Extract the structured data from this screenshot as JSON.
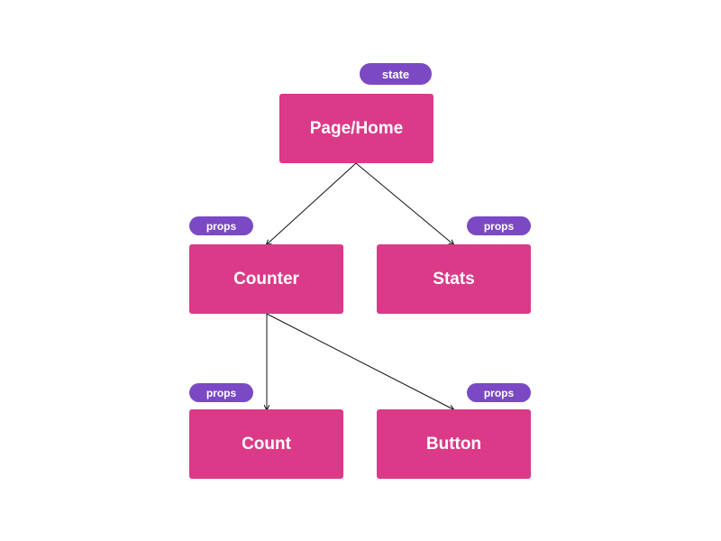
{
  "colors": {
    "node": "#DB3A88",
    "tag": "#7B49C4",
    "edge": "#111111"
  },
  "nodes": {
    "page_home": {
      "label": "Page/Home",
      "tag": "state"
    },
    "counter": {
      "label": "Counter",
      "tag": "props"
    },
    "stats": {
      "label": "Stats",
      "tag": "props"
    },
    "count": {
      "label": "Count",
      "tag": "props"
    },
    "button": {
      "label": "Button",
      "tag": "props"
    }
  },
  "edges": [
    {
      "from": "Page/Home",
      "to": "Counter"
    },
    {
      "from": "Page/Home",
      "to": "Stats"
    },
    {
      "from": "Counter",
      "to": "Count"
    },
    {
      "from": "Counter",
      "to": "Button"
    }
  ]
}
